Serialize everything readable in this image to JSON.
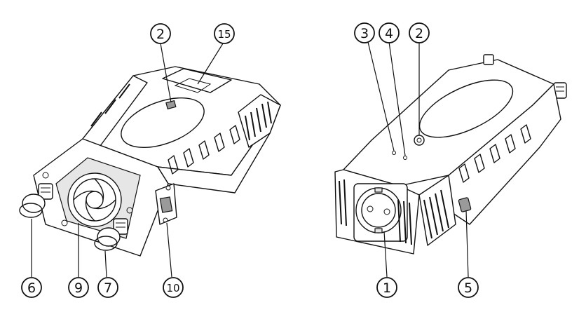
{
  "diagram": {
    "left_view": {
      "callouts": [
        "2",
        "15",
        "6",
        "9",
        "7",
        "10"
      ]
    },
    "right_view": {
      "callouts": [
        "3",
        "4",
        "2",
        "1",
        "5"
      ]
    }
  }
}
